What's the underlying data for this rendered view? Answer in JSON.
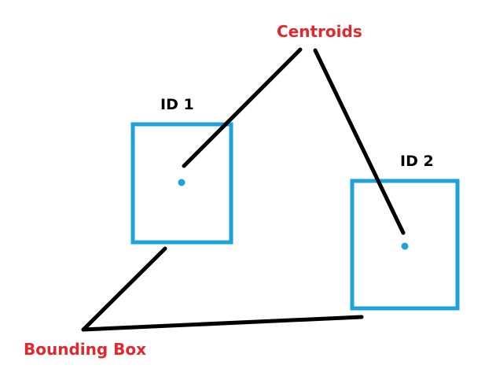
{
  "labels": {
    "centroids": "Centroids",
    "bounding_box": "Bounding Box",
    "id1": "ID 1",
    "id2": "ID 2"
  },
  "colors": {
    "box": "#1ca2dc",
    "centroid": "#1ca2dc",
    "line": "#000000",
    "annotation_text": "#e0282e",
    "id_text": "#000000",
    "background": "#ffffff"
  }
}
